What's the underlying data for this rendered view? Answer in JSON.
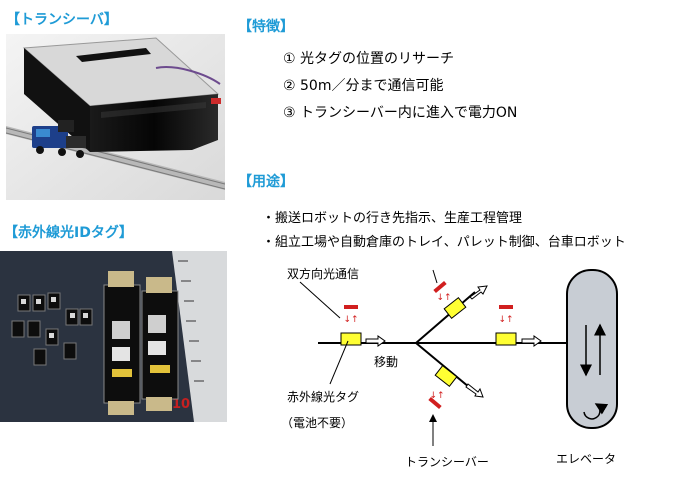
{
  "transceiver_label": "【トランシーバ】",
  "tag_label": "【赤外線光IDタグ】",
  "features_label": "【特徴】",
  "features": [
    "①  光タグの位置のリサーチ",
    "②  50m／分まで通信可能",
    "③  トランシーバー内に進入で電力ON"
  ],
  "uses_label": "【用途】",
  "uses": [
    "・搬送ロボットの行き先指示、生産工程管理",
    "・組立工場や自動倉庫のトレイ、パレット制御、台車ロボット"
  ],
  "diagram": {
    "bidirectional": "双方向光通信",
    "move": "移動",
    "ir_tag": "赤外線光タグ",
    "no_battery": "（電池不要）",
    "transceiver": "トランシーバー",
    "elevator": "エレベータ"
  },
  "ruler_number": "10"
}
